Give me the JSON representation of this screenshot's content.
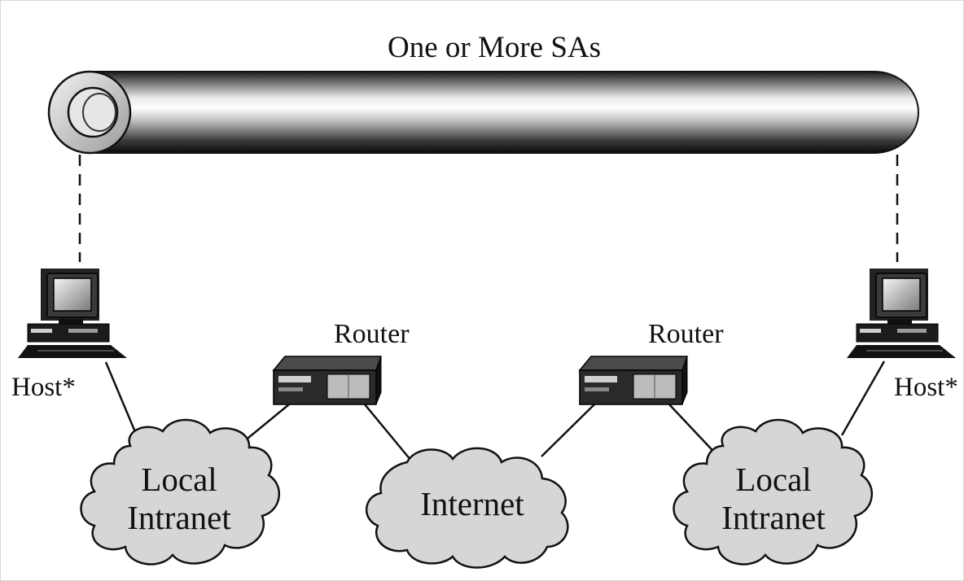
{
  "diagram": {
    "tunnel_label": "One or More SAs",
    "hosts": [
      {
        "label": "Host*"
      },
      {
        "label": "Host*"
      }
    ],
    "routers": [
      {
        "label": "Router"
      },
      {
        "label": "Router"
      }
    ],
    "clouds": [
      {
        "line1": "Local",
        "line2": "Intranet"
      },
      {
        "line1": "Internet",
        "line2": ""
      },
      {
        "line1": "Local",
        "line2": "Intranet"
      }
    ]
  }
}
